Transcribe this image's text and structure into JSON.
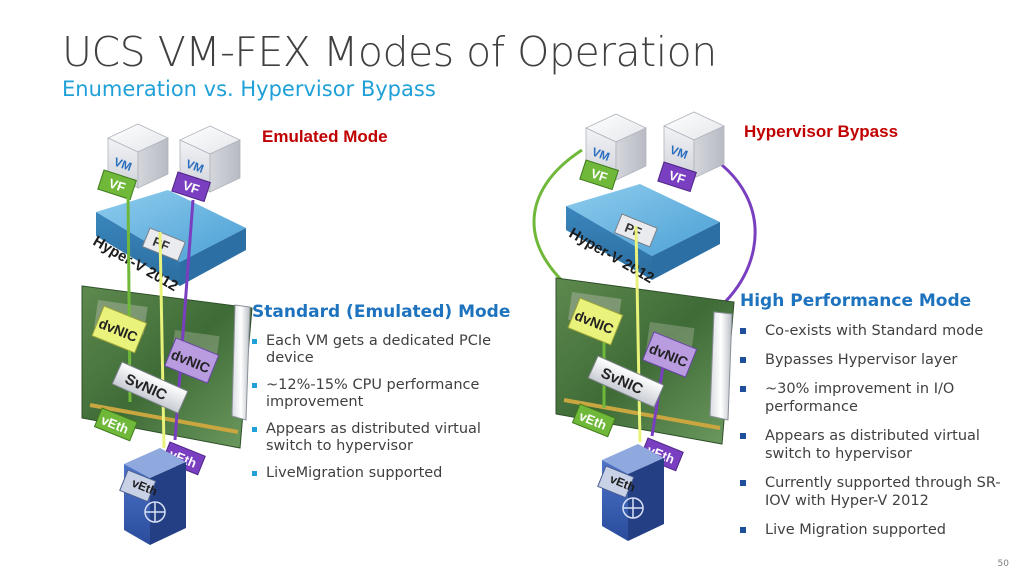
{
  "slide": {
    "title": "UCS VM-FEX Modes of Operation",
    "subtitle": "Enumeration vs. Hypervisor Bypass",
    "page_number": "50"
  },
  "left": {
    "mode_label": "Emulated Mode",
    "section_title": "Standard (Emulated) Mode",
    "bullets": [
      "Each VM gets a dedicated PCIe device",
      "~12%-15% CPU performance improvement",
      "Appears as distributed virtual switch to hypervisor",
      "LiveMigration supported"
    ]
  },
  "right": {
    "mode_label": "Hypervisor Bypass",
    "section_title": "High Performance Mode",
    "bullets": [
      "Co-exists with Standard mode",
      "Bypasses Hypervisor layer",
      "~30% improvement in I/O performance",
      "Appears as distributed virtual switch to hypervisor",
      "Currently supported through SR-IOV with Hyper-V 2012",
      "Live Migration supported"
    ]
  },
  "diagram_labels": {
    "vm": "VM",
    "vf": "VF",
    "pf": "PF",
    "hypervisor": "Hyper-V 2012",
    "dvnic": "dvNIC",
    "svnic": "SvNIC",
    "veth": "vEth"
  },
  "colors": {
    "green": "#70b83a",
    "purple": "#7a3fc0",
    "yellow": "#e9f27a",
    "hyperv_blue": "#4a9fd4",
    "title_blue": "#1fa0d8",
    "head_blue": "#1e73be",
    "mode_red": "#c00000"
  }
}
